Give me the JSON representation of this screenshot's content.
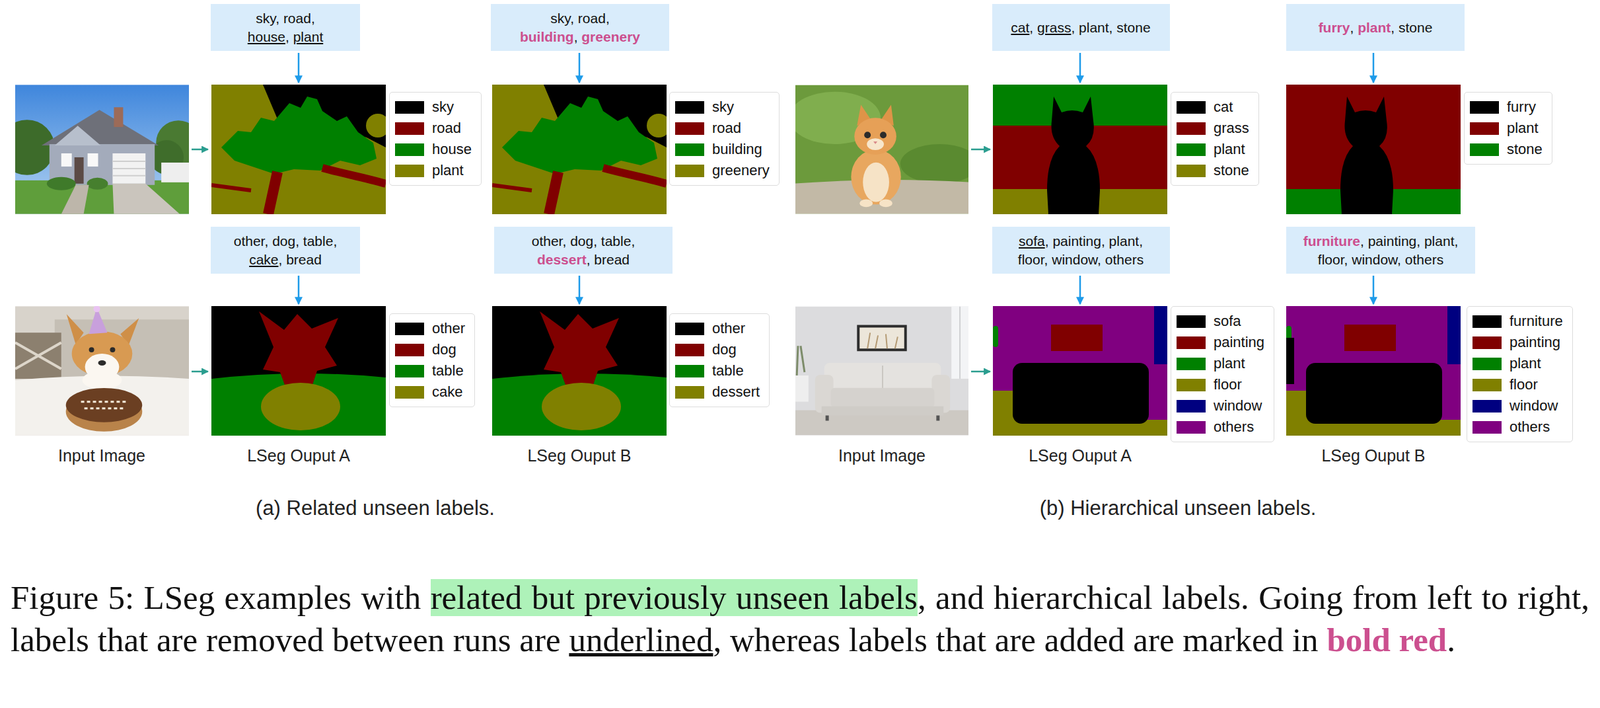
{
  "diagram": {
    "caption": "Figure 5: LSeg examples with related but previously unseen labels, and hierarchical labels. Going from left to right, labels that are removed between runs are underlined, whereas labels that are added are marked in bold red.",
    "nodes": [
      {
        "text": [
          "sky, road, house, plant"
        ]
      },
      {
        "text": [
          "sky, road, building, greenery"
        ]
      },
      {
        "text": [
          "cat, grass, plant, stone"
        ]
      },
      {
        "text": [
          "furry, plant, stone"
        ]
      },
      {
        "text": [
          "other, dog, table, cake, bread"
        ]
      },
      {
        "text": [
          "other, dog, table, dessert, bread"
        ]
      },
      {
        "text": [
          "sofa, painting, plant, floor, window, others"
        ]
      },
      {
        "text": [
          "furniture, painting, plant, floor, window, others"
        ]
      }
    ],
    "labels": [
      "Input Image",
      "LSeg Ouput A",
      "LSeg Ouput B",
      "Input Image",
      "LSeg Ouput A",
      "LSeg Ouput B",
      "(a) Related unseen labels.",
      "(b) Hierarchical unseen labels."
    ],
    "legend": [
      {
        "text": "sky",
        "color": "#000000"
      },
      {
        "text": "road",
        "color": "#800000"
      },
      {
        "text": "house",
        "color": "#008000"
      },
      {
        "text": "plant",
        "color": "#808000"
      },
      {
        "text": "sky",
        "color": "#000000"
      },
      {
        "text": "road",
        "color": "#800000"
      },
      {
        "text": "building",
        "color": "#008000"
      },
      {
        "text": "greenery",
        "color": "#808000"
      },
      {
        "text": "cat",
        "color": "#000000"
      },
      {
        "text": "grass",
        "color": "#800000"
      },
      {
        "text": "plant",
        "color": "#008000"
      },
      {
        "text": "stone",
        "color": "#808000"
      },
      {
        "text": "furry",
        "color": "#000000"
      },
      {
        "text": "plant",
        "color": "#800000"
      },
      {
        "text": "stone",
        "color": "#008000"
      },
      {
        "text": "other",
        "color": "#000000"
      },
      {
        "text": "dog",
        "color": "#800000"
      },
      {
        "text": "table",
        "color": "#008000"
      },
      {
        "text": "cake",
        "color": "#808000"
      },
      {
        "text": "other",
        "color": "#000000"
      },
      {
        "text": "dog",
        "color": "#800000"
      },
      {
        "text": "table",
        "color": "#008000"
      },
      {
        "text": "dessert",
        "color": "#808000"
      },
      {
        "text": "sofa",
        "color": "#000000"
      },
      {
        "text": "painting",
        "color": "#800000"
      },
      {
        "text": "plant",
        "color": "#008000"
      },
      {
        "text": "floor",
        "color": "#808000"
      },
      {
        "text": "window",
        "color": "#000080"
      },
      {
        "text": "others",
        "color": "#800080"
      },
      {
        "text": "furniture",
        "color": "#000000"
      },
      {
        "text": "painting",
        "color": "#800000"
      },
      {
        "text": "plant",
        "color": "#008000"
      },
      {
        "text": "floor",
        "color": "#808000"
      },
      {
        "text": "window",
        "color": "#000080"
      },
      {
        "text": "others",
        "color": "#800080"
      }
    ]
  }
}
